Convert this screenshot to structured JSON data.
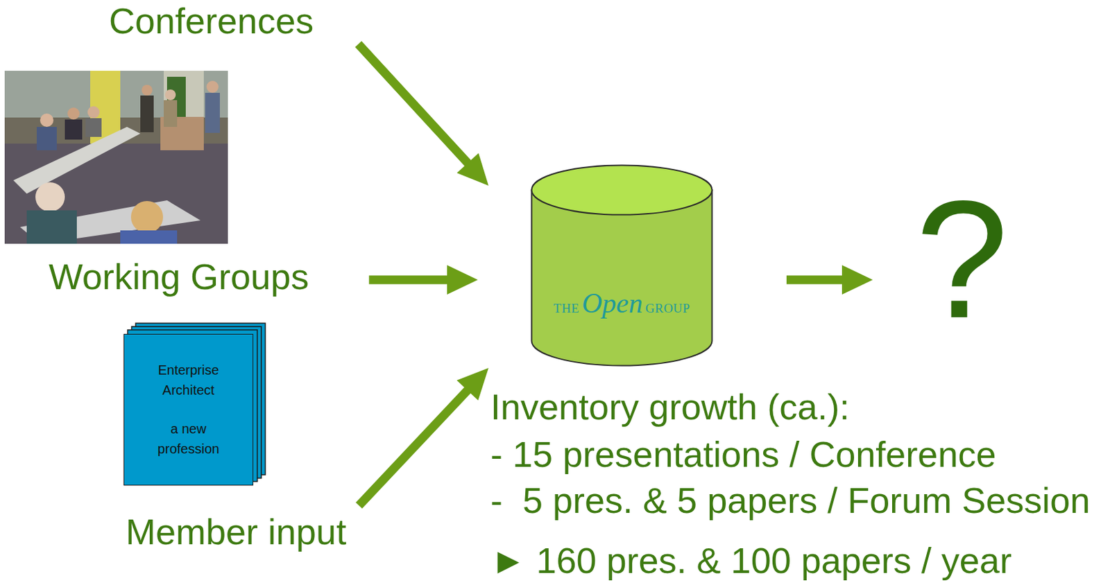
{
  "diagram": {
    "nodes": [
      {
        "text": [
          "Conferences"
        ]
      },
      {
        "text": [
          "Working Groups"
        ]
      },
      {
        "text": [
          "Enterprise Architect",
          "a new profession"
        ]
      },
      {
        "text": [
          "Member input"
        ]
      },
      {
        "text": [
          "THE",
          "Open",
          "GROUP"
        ]
      },
      {
        "text": [
          "?"
        ]
      }
    ],
    "edges": [
      {
        "from": 0,
        "to": 4,
        "arrow": "to"
      },
      {
        "from": 1,
        "to": 4,
        "arrow": "to"
      },
      {
        "from": 3,
        "to": 4,
        "arrow": "to"
      },
      {
        "from": 4,
        "to": 5,
        "arrow": "to"
      }
    ],
    "labels": [
      "Inventory growth (ca.):",
      "- 15 presentations / Conference",
      "-  5 pres. & 5 papers / Forum Session",
      "► 160 pres. & 100 papers / year"
    ]
  }
}
